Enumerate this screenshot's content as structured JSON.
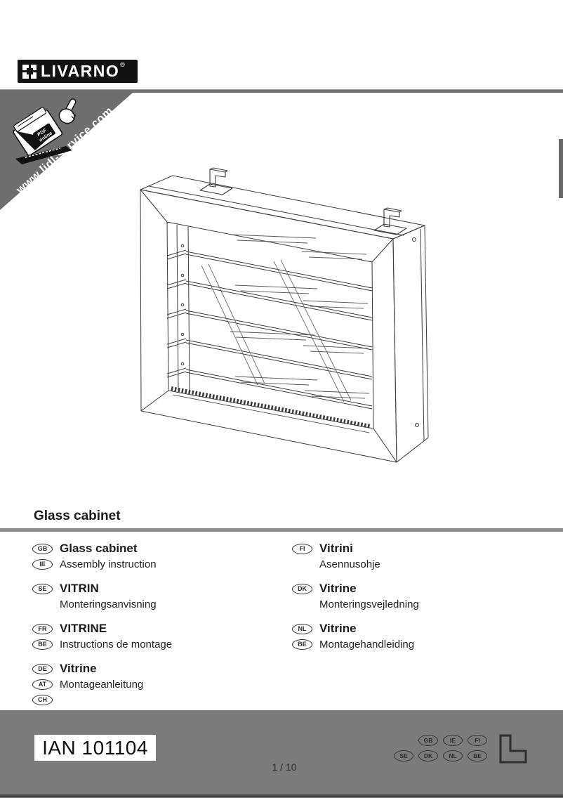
{
  "brand": {
    "name": "LIVARNO",
    "registered": "®"
  },
  "ribbon": {
    "url": "www.lidl-service.com",
    "pdf_line1": "PDF",
    "pdf_line2": "online"
  },
  "product": {
    "heading": "Glass cabinet"
  },
  "languages": {
    "left": [
      {
        "code": "GB",
        "label": "Glass cabinet"
      },
      {
        "code": "IE",
        "label": "Assembly instruction"
      },
      {
        "code": "SE",
        "label": "VITRIN"
      },
      {
        "code": "",
        "label": "Monteringsanvisning"
      },
      {
        "code": "FR",
        "label": "VITRINE"
      },
      {
        "code": "BE",
        "label": "Instructions de montage"
      },
      {
        "code": "DE",
        "label": "Vitrine"
      },
      {
        "code": "AT",
        "label": "Montageanleitung"
      },
      {
        "code": "CH",
        "label": ""
      }
    ],
    "right": [
      {
        "code": "FI",
        "label": "Vitrini"
      },
      {
        "code": "",
        "label": "Asennusohje"
      },
      {
        "code": "DK",
        "label": "Vitrine"
      },
      {
        "code": "",
        "label": "Monteringsvejledning"
      },
      {
        "code": "NL",
        "label": "Vitrine"
      },
      {
        "code": "BE",
        "label": "Montagehandleiding"
      }
    ]
  },
  "footer": {
    "ian": "IAN 101104",
    "page": "1 / 10",
    "countries_row1": [
      "GB",
      "IE",
      "FI"
    ],
    "countries_row2": [
      "SE",
      "DK",
      "NL",
      "BE"
    ]
  },
  "colors": {
    "ribbon_gray": "#6e6e6e",
    "top_rule_gray": "#6f6f6f",
    "mid_rule_gray": "#8c8c8c",
    "footer_gray": "#7b7b7b",
    "footer_line": "#454545",
    "logo_black": "#121212"
  }
}
